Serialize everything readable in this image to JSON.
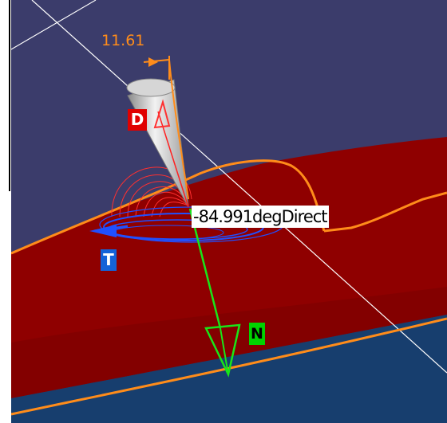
{
  "viewer": {
    "dimension_value": "11.61",
    "angle_value": "-84.991degDirect"
  },
  "axes": {
    "draft_direction": "D",
    "tangent": "T",
    "normal": "N"
  },
  "colors": {
    "background_top": "#3b3c6b",
    "surface_red": "#8f0000",
    "surface_navy": "#173e6e",
    "edge_orange": "#ff8c1a",
    "normal_green": "#19e619",
    "tangent_blue": "#2050ff",
    "cone_gray": "#c8c8c8",
    "red_badge": "#e00000",
    "blue_badge": "#1463d8",
    "green_badge": "#00d400"
  }
}
